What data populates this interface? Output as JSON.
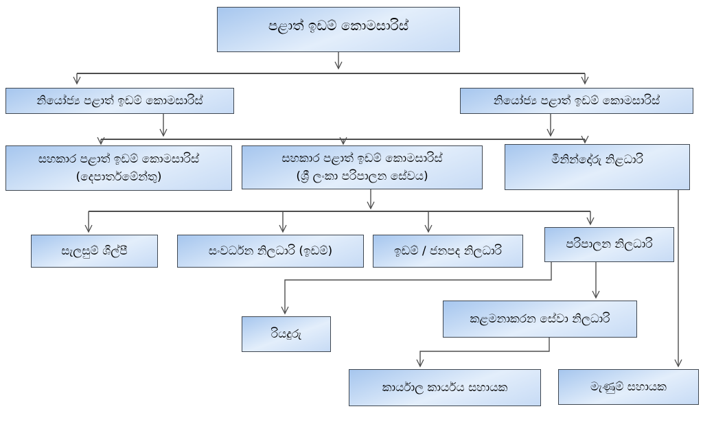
{
  "diagram_type": "org-chart",
  "language": "Sinhala",
  "colors": {
    "box_fill_top": "#a6c6ee",
    "box_fill_bottom": "#c7dbf5",
    "box_border": "#3e4650",
    "line": "#4d4d4d",
    "arrowhead": "#2e2e2e",
    "text": "#000000",
    "background": "#ffffff"
  },
  "nodes": [
    {
      "id": "l1",
      "label": "පළාත් ඉඩම් කොමසාරිස්"
    },
    {
      "id": "l2a",
      "label": "නියෝජ්‍ය පළාත් ඉඩම් කොමසාරිස්"
    },
    {
      "id": "l2b",
      "label": "නියෝජ්‍ය පළාත් ඉඩම් කොමසාරිස්"
    },
    {
      "id": "l3a",
      "label": "සහකාර පළාත් ඉඩම් කොමසාරිස්",
      "sub": "(දෙපාර්තමේන්තු)"
    },
    {
      "id": "l3b",
      "label": "සහකාර පළාත් ඉඩම් කොමසාරිස්",
      "sub": "(ශ්‍රී ලංකා පරිපාලන සේවය)"
    },
    {
      "id": "l3c",
      "label": "මිනින්දෝරු නිළධාරි"
    },
    {
      "id": "l4a",
      "label": "සැලසුම් ශිල්පී"
    },
    {
      "id": "l4b",
      "label": "සංවර්ධන නිලධාරි (ඉඩම්)"
    },
    {
      "id": "l4c",
      "label": "ඉඩම් / ජනපද නිලධාරි"
    },
    {
      "id": "l4d",
      "label": "පරිපාලන නිලධාරි"
    },
    {
      "id": "l5a",
      "label": "රියදුරු"
    },
    {
      "id": "l5b",
      "label": "කළමනාකරන සේවා නිලධාරි"
    },
    {
      "id": "l6a",
      "label": "කාර්යාල කාර්යය සහායක"
    },
    {
      "id": "l6b",
      "label": "මැණුම් සහායක"
    }
  ],
  "edges": [
    {
      "from": "l1",
      "to": "l2a"
    },
    {
      "from": "l1",
      "to": "l2b"
    },
    {
      "from": "l2a",
      "to": "l3a"
    },
    {
      "from": "l2a",
      "to": "l3b"
    },
    {
      "from": "l2b",
      "to": "l3b"
    },
    {
      "from": "l2b",
      "to": "l3c"
    },
    {
      "from": "l3b",
      "to": "l4a"
    },
    {
      "from": "l3b",
      "to": "l4b"
    },
    {
      "from": "l3b",
      "to": "l4c"
    },
    {
      "from": "l3b",
      "to": "l4d"
    },
    {
      "from": "l4d",
      "to": "l5a"
    },
    {
      "from": "l4d",
      "to": "l5b"
    },
    {
      "from": "l5b",
      "to": "l6a"
    },
    {
      "from": "l3c",
      "to": "l6b"
    }
  ]
}
